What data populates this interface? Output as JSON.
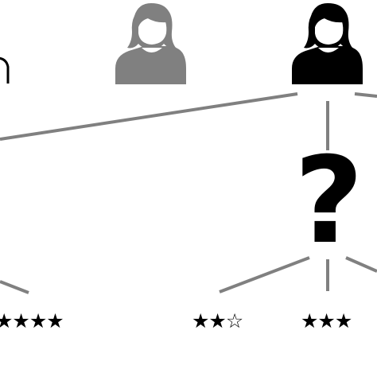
{
  "diagram": {
    "unknown_symbol": "?",
    "ratings": {
      "left": "★★★★",
      "middle": "★★☆",
      "right": "★★★"
    },
    "users": [
      {
        "name": "user-left",
        "color": "#000000",
        "style": "outline"
      },
      {
        "name": "user-middle",
        "color": "#808080",
        "style": "filled"
      },
      {
        "name": "user-right",
        "color": "#000000",
        "style": "filled"
      }
    ],
    "connector_color": "#808080"
  }
}
